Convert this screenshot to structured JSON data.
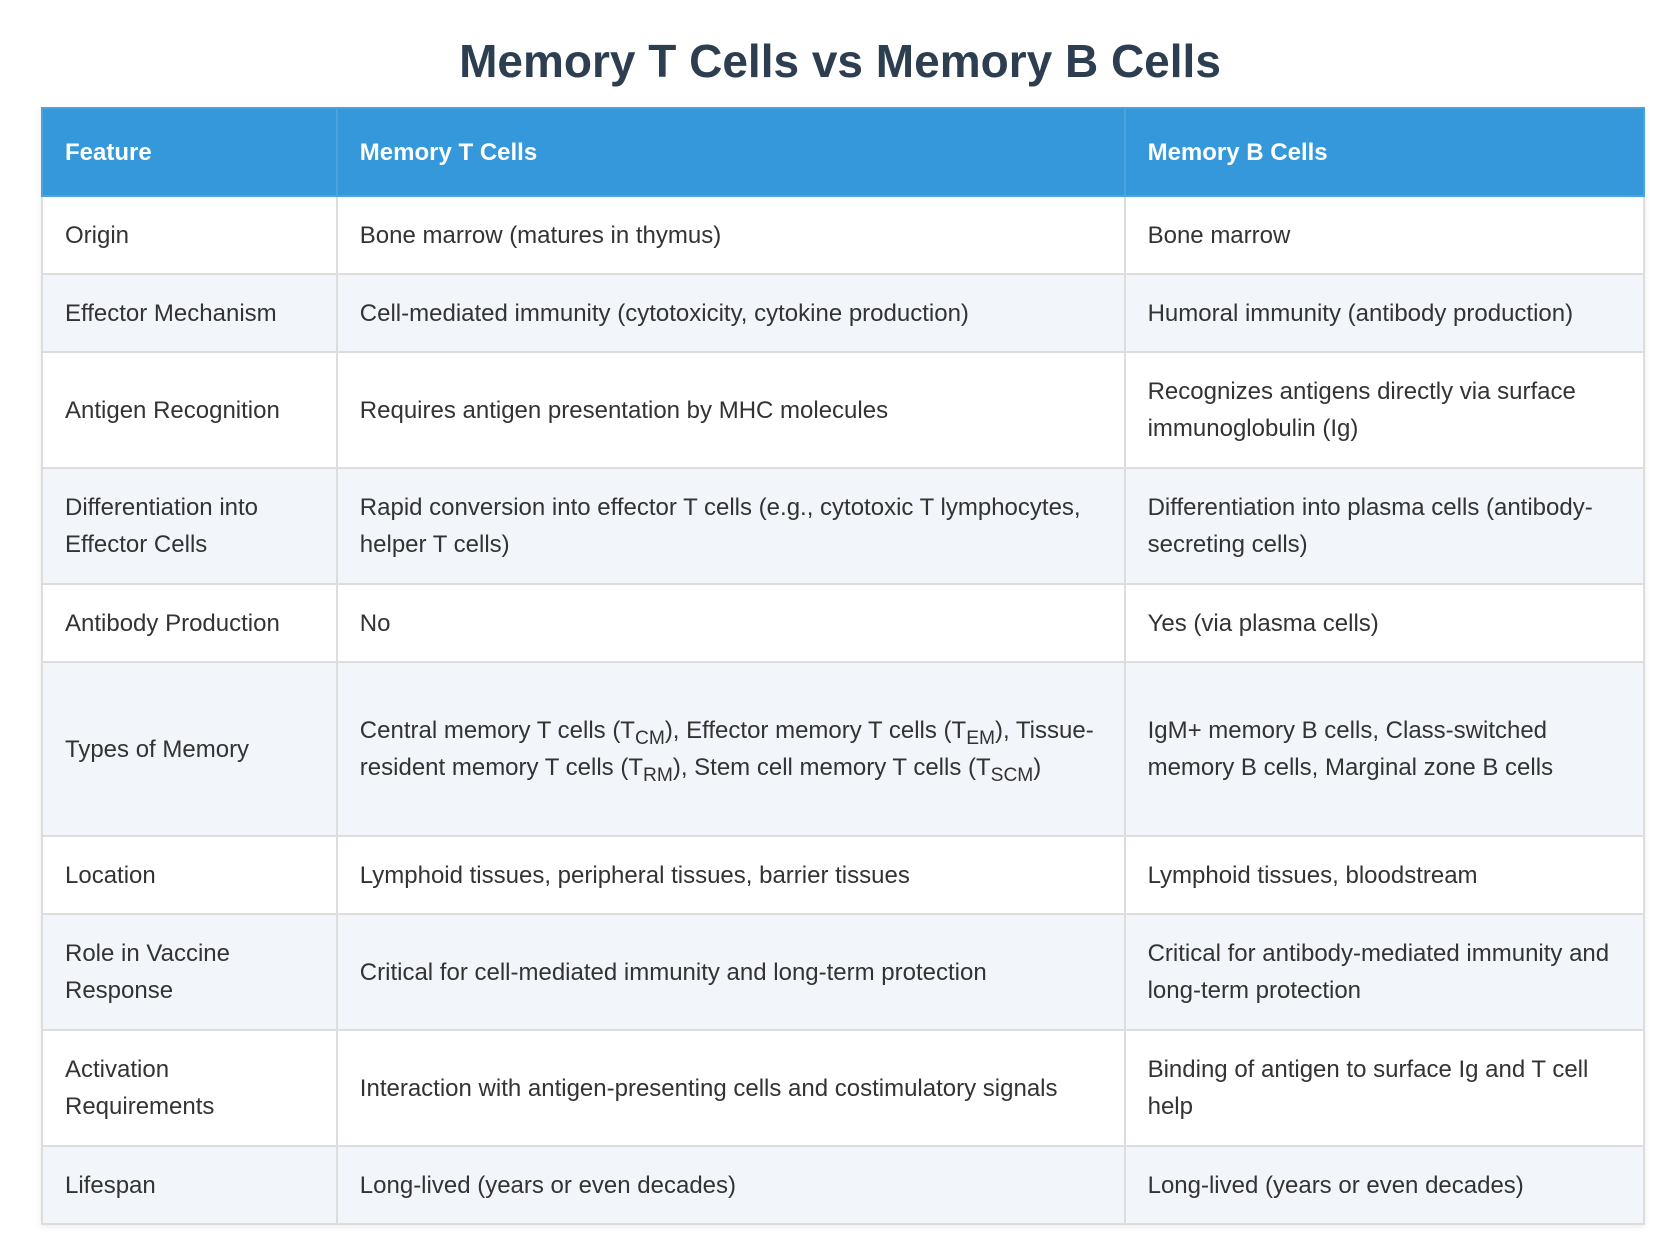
{
  "title": "Memory T Cells vs Memory B Cells",
  "colors": {
    "header_bg": "#3498db",
    "title_text": "#2c3e50",
    "alt_row_bg": "#f2f5fa",
    "border": "#dddddd"
  },
  "table": {
    "headers": [
      "Feature",
      "Memory T Cells",
      "Memory B Cells"
    ],
    "rows": [
      {
        "feature": "Origin",
        "t_cells": "Bone marrow (matures in thymus)",
        "b_cells": "Bone marrow",
        "height": 78
      },
      {
        "feature": "Effector Mechanism",
        "t_cells": "Cell-mediated immunity (cytotoxicity, cytokine production)",
        "b_cells": "Humoral immunity (antibody production)",
        "height": 78
      },
      {
        "feature": "Antigen Recognition",
        "t_cells": "Requires antigen presentation by MHC molecules",
        "b_cells": "Recognizes antigens directly via surface immunoglobulin (Ig)",
        "height": 116
      },
      {
        "feature": "Differentiation into Effector Cells",
        "t_cells": "Rapid conversion into effector T cells (e.g., cytotoxic T lymphocytes, helper T cells)",
        "b_cells": "Differentiation into plasma cells (antibody-secreting cells)",
        "height": 116
      },
      {
        "feature": "Antibody Production",
        "t_cells": "No",
        "b_cells": "Yes (via plasma cells)",
        "height": 78
      },
      {
        "feature": "Types of Memory",
        "t_cells_parts": [
          {
            "text": "Central memory T cells (T"
          },
          {
            "sub": "CM"
          },
          {
            "text": "), Effector memory T cells (T"
          },
          {
            "sub": "EM"
          },
          {
            "text": "), Tissue-resident memory T cells (T"
          },
          {
            "sub": "RM"
          },
          {
            "text": "), Stem cell memory T cells (T"
          },
          {
            "sub": "SCM"
          },
          {
            "text": ")"
          }
        ],
        "b_cells": "IgM+ memory B cells, Class-switched memory B cells, Marginal zone B cells",
        "height": 174
      },
      {
        "feature": "Location",
        "t_cells": "Lymphoid tissues, peripheral tissues, barrier tissues",
        "b_cells": "Lymphoid tissues, bloodstream",
        "height": 78
      },
      {
        "feature": "Role in Vaccine Response",
        "t_cells": "Critical for cell-mediated immunity and long-term protection",
        "b_cells": "Critical for antibody-mediated immunity and long-term protection",
        "height": 116
      },
      {
        "feature": "Activation Requirements",
        "t_cells": "Interaction with antigen-presenting cells and costimulatory signals",
        "b_cells": "Binding of antigen to surface Ig and T cell help",
        "height": 116
      },
      {
        "feature": "Lifespan",
        "t_cells": "Long-lived (years or even decades)",
        "b_cells": "Long-lived (years or even decades)",
        "height": 78
      }
    ]
  }
}
